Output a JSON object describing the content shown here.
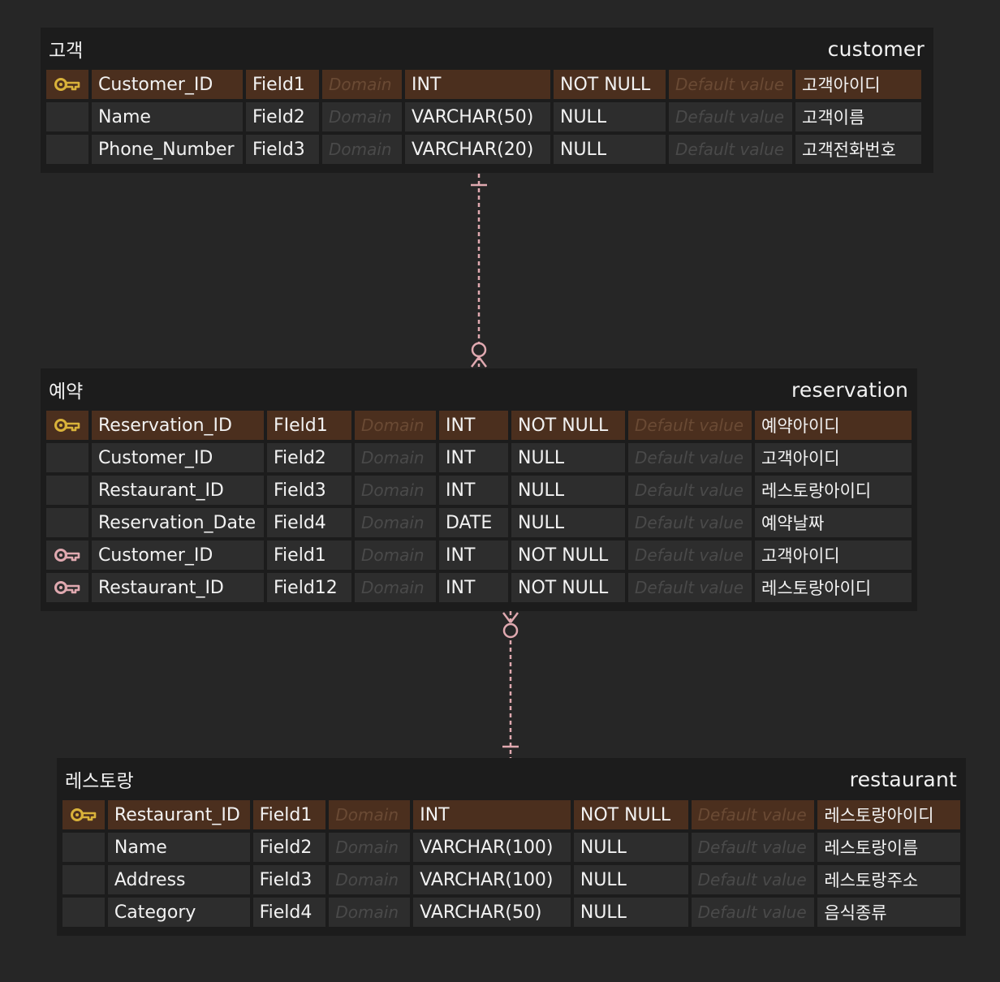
{
  "colors": {
    "background": "#262626",
    "entity_bg": "#1c1c1c",
    "cell_bg": "#2d2d2d",
    "pk_row_bg": "#4b2f1e",
    "pk_key_icon": "#d9b23a",
    "fk_key_icon": "#e0a9b0",
    "relationship_line": "#e0a9b0"
  },
  "entities": {
    "customer": {
      "logical_name": "고객",
      "physical_name": "customer",
      "rows": [
        {
          "key": "pk",
          "key_icon": "key-icon",
          "name": "Customer_ID",
          "field": "Field1",
          "domain": "Domain",
          "type": "INT",
          "nullable": "NOT NULL",
          "default": "Default value",
          "comment": "고객아이디"
        },
        {
          "key": "",
          "name": "Name",
          "field": "Field2",
          "domain": "Domain",
          "type": "VARCHAR(50)",
          "nullable": "NULL",
          "default": "Default value",
          "comment": "고객이름"
        },
        {
          "key": "",
          "name": "Phone_Number",
          "field": "Field3",
          "domain": "Domain",
          "type": "VARCHAR(20)",
          "nullable": "NULL",
          "default": "Default value",
          "comment": "고객전화번호"
        }
      ]
    },
    "reservation": {
      "logical_name": "예약",
      "physical_name": "reservation",
      "rows": [
        {
          "key": "pk",
          "key_icon": "key-icon",
          "name": "Reservation_ID",
          "field": "FIeld1",
          "domain": "Domain",
          "type": "INT",
          "nullable": "NOT NULL",
          "default": "Default value",
          "comment": "예약아이디"
        },
        {
          "key": "",
          "name": "Customer_ID",
          "field": "Field2",
          "domain": "Domain",
          "type": "INT",
          "nullable": "NULL",
          "default": "Default value",
          "comment": "고객아이디"
        },
        {
          "key": "",
          "name": "Restaurant_ID",
          "field": "Field3",
          "domain": "Domain",
          "type": "INT",
          "nullable": "NULL",
          "default": "Default value",
          "comment": "레스토랑아이디"
        },
        {
          "key": "",
          "name": "Reservation_Date",
          "field": "Field4",
          "domain": "Domain",
          "type": "DATE",
          "nullable": "NULL",
          "default": "Default value",
          "comment": "예약날짜"
        },
        {
          "key": "fk",
          "key_icon": "foreign-key-icon",
          "name": "Customer_ID",
          "field": "Field1",
          "domain": "Domain",
          "type": "INT",
          "nullable": "NOT NULL",
          "default": "Default value",
          "comment": "고객아이디"
        },
        {
          "key": "fk",
          "key_icon": "foreign-key-icon",
          "name": "Restaurant_ID",
          "field": "Field12",
          "domain": "Domain",
          "type": "INT",
          "nullable": "NOT NULL",
          "default": "Default value",
          "comment": "레스토랑아이디"
        }
      ]
    },
    "restaurant": {
      "logical_name": "레스토랑",
      "physical_name": "restaurant",
      "rows": [
        {
          "key": "pk",
          "key_icon": "key-icon",
          "name": "Restaurant_ID",
          "field": "Field1",
          "domain": "Domain",
          "type": "INT",
          "nullable": "NOT NULL",
          "default": "Default value",
          "comment": "레스토랑아이디"
        },
        {
          "key": "",
          "name": "Name",
          "field": "Field2",
          "domain": "Domain",
          "type": "VARCHAR(100)",
          "nullable": "NULL",
          "default": "Default value",
          "comment": "레스토랑이름"
        },
        {
          "key": "",
          "name": "Address",
          "field": "Field3",
          "domain": "Domain",
          "type": "VARCHAR(100)",
          "nullable": "NULL",
          "default": "Default value",
          "comment": "레스토랑주소"
        },
        {
          "key": "",
          "name": "Category",
          "field": "Field4",
          "domain": "Domain",
          "type": "VARCHAR(50)",
          "nullable": "NULL",
          "default": "Default value",
          "comment": "음식종류"
        }
      ]
    }
  },
  "relationships": [
    {
      "from": "customer",
      "to": "reservation",
      "from_cardinality": "one",
      "to_cardinality": "zero-or-many",
      "line_style": "dashed"
    },
    {
      "from": "restaurant",
      "to": "reservation",
      "from_cardinality": "one",
      "to_cardinality": "zero-or-many",
      "line_style": "dashed"
    }
  ]
}
